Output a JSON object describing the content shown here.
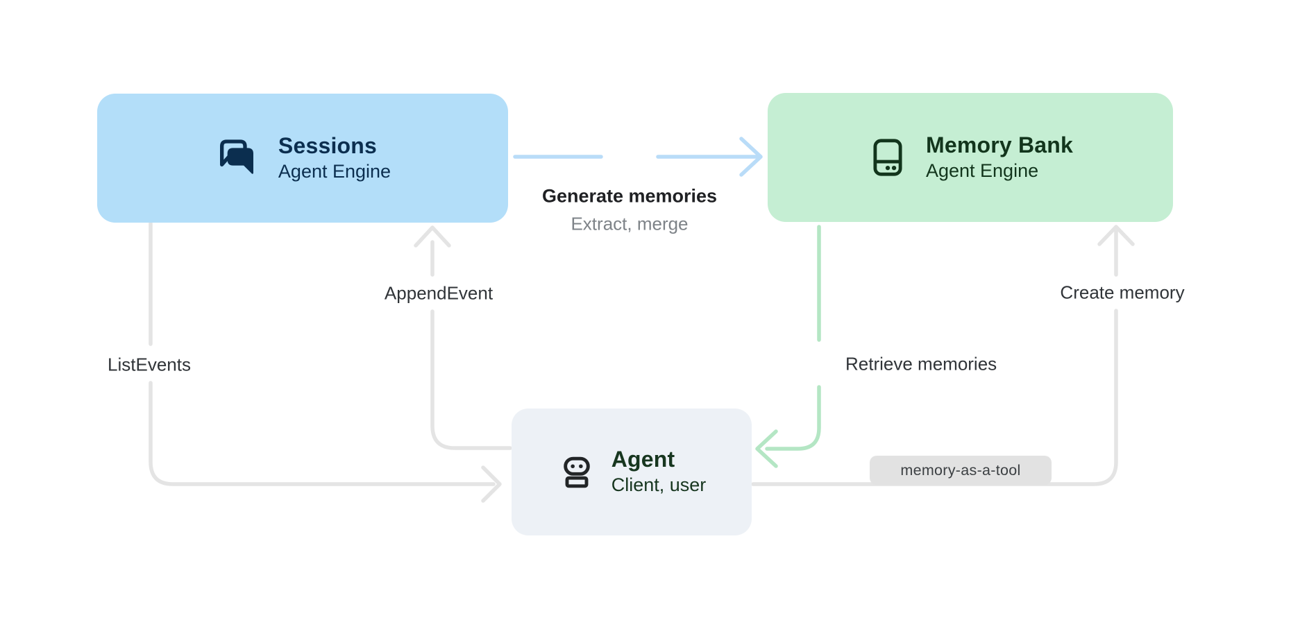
{
  "colors": {
    "canvas_bg": "#ffffff",
    "sessions_bg": "#b3def9",
    "sessions_fg": "#0b2e4f",
    "memory_bg": "#c5eed3",
    "memory_fg": "#12351c",
    "agent_bg": "#edf1f6",
    "agent_fg": "#17361f",
    "robot_fg": "#222527",
    "blue_line": "#b9dcf8",
    "blue_sparkle": "#a5d4f6",
    "green_line": "#b4e6c4",
    "green_sparkle": "#a8e2ba",
    "gray_line": "#e4e4e4",
    "label_fg": "#303438",
    "label_strong_fg": "#202124",
    "label_sub_fg": "#7e8388",
    "badge_bg": "#e2e2e2",
    "badge_fg": "#3c4043"
  },
  "nodes": {
    "sessions": {
      "title": "Sessions",
      "subtitle": "Agent Engine",
      "icon": "chat-forum-icon"
    },
    "memory_bank": {
      "title": "Memory Bank",
      "subtitle": "Agent Engine",
      "icon": "memory-storage-icon"
    },
    "agent": {
      "title": "Agent",
      "subtitle": "Client, user",
      "icon": "robot-icon"
    }
  },
  "edges": {
    "generate_memories": {
      "label": "Generate memories",
      "sublabel": "Extract, merge",
      "from": "sessions",
      "to": "memory_bank",
      "style": "blue-with-sparkle"
    },
    "append_event": {
      "label": "AppendEvent",
      "from": "agent",
      "to": "sessions",
      "style": "gray"
    },
    "list_events": {
      "label": "ListEvents",
      "from": "sessions",
      "to": "agent",
      "style": "gray"
    },
    "retrieve_memories": {
      "label": "Retrieve memories",
      "from": "memory_bank",
      "to": "agent",
      "style": "green-with-sparkle"
    },
    "create_memory": {
      "label": "Create memory",
      "badge": "memory-as-a-tool",
      "from": "agent",
      "to": "memory_bank",
      "style": "gray"
    }
  }
}
